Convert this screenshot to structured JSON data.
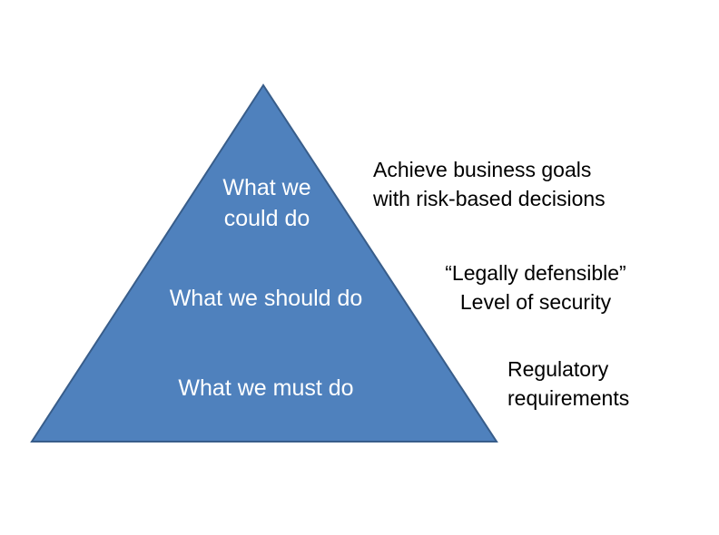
{
  "colors": {
    "fill": "#4f81bd",
    "stroke": "#385d8a"
  },
  "pyramid": {
    "top": [
      "What we",
      "could do"
    ],
    "middle": "What we should do",
    "bottom": "What we must do"
  },
  "notes": {
    "top": [
      "Achieve business goals",
      "with risk-based decisions"
    ],
    "middle": [
      "“Legally defensible”",
      "Level of security"
    ],
    "bottom": [
      "Regulatory",
      "requirements"
    ]
  }
}
